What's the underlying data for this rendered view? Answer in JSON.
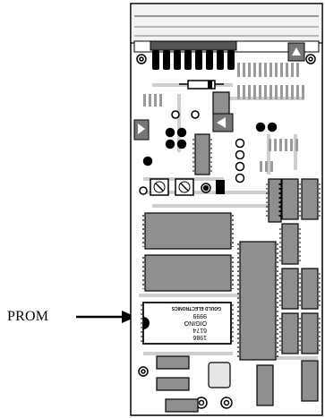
{
  "figure": {
    "callout_label": "PROM",
    "prom_chip": {
      "line1": "1986",
      "line2": "6174",
      "line3": "OIGINO",
      "line4": "9999",
      "brand": "GOULD ELECTRONICS"
    }
  },
  "colors": {
    "board": "#ffffff",
    "trace": "#c9c9c9",
    "chip": "#8f8f8f",
    "chip_dark": "#6f6f6f",
    "outline": "#000000"
  }
}
